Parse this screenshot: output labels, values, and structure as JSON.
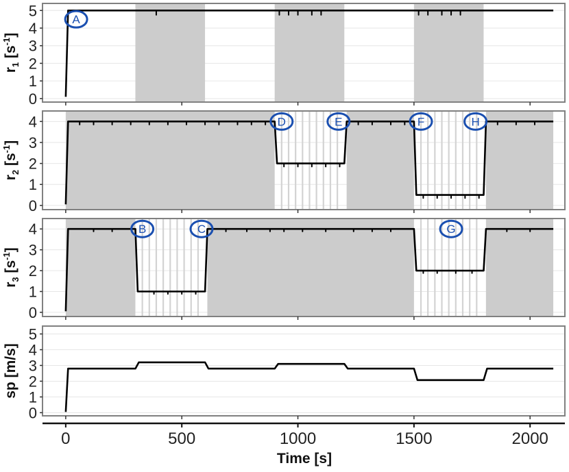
{
  "chart_data": {
    "type": "line",
    "xlabel": "Time [s]",
    "xlim": [
      -100,
      2150
    ],
    "x_ticks": [
      0,
      500,
      1000,
      1500,
      2000
    ],
    "x_tick_labels": [
      "0",
      "500",
      "1000",
      "1500",
      "2000"
    ],
    "colors": {
      "line": "#000000",
      "shade": "#cccccc",
      "vline": "#d3d3d3",
      "annotation": "#1a4fb0",
      "frame": "#808080",
      "grid": "#e6e6e6"
    },
    "panels": [
      {
        "ylabel_main": "r",
        "ylabel_sub": "1",
        "ylabel_unit": " [s",
        "ylabel_sup": "-1",
        "ylabel_close": "]",
        "ylim": [
          -0.2,
          5.4
        ],
        "y_ticks": [
          0,
          1,
          2,
          3,
          4,
          5
        ],
        "y_tick_labels": [
          "0",
          "1",
          "2",
          "3",
          "4",
          "5"
        ],
        "shaded": [
          [
            300,
            600
          ],
          [
            900,
            1200
          ],
          [
            1500,
            1800
          ]
        ],
        "vlines": [],
        "series": [
          {
            "x": [
              0,
              10,
              2100
            ],
            "y": [
              0.1,
              5.0,
              5.0
            ]
          }
        ],
        "dips": [
          390,
          920,
          960,
          1000,
          1060,
          1100,
          1520,
          1560,
          1620,
          1660,
          1700
        ],
        "dip_depth": 0.25,
        "annotations": [
          {
            "label": "A",
            "x": 45,
            "y": 4.5
          }
        ]
      },
      {
        "ylabel_main": "r",
        "ylabel_sub": "2",
        "ylabel_unit": " [s",
        "ylabel_sup": "-1",
        "ylabel_close": "]",
        "ylim": [
          -0.2,
          4.5
        ],
        "y_ticks": [
          0,
          1,
          2,
          3,
          4
        ],
        "y_tick_labels": [
          "0",
          "1",
          "2",
          "3",
          "4"
        ],
        "shaded": [
          [
            0,
            900
          ],
          [
            1210,
            1500
          ],
          [
            1810,
            2100
          ]
        ],
        "vlines": [
          930,
          960,
          990,
          1020,
          1050,
          1080,
          1110,
          1140,
          1170,
          1530,
          1560,
          1590,
          1620,
          1650,
          1680,
          1710,
          1740,
          1770
        ],
        "series": [
          {
            "x": [
              0,
              10,
              900,
              910,
              1200,
              1210,
              1500,
              1510,
              1800,
              1810,
              2100
            ],
            "y": [
              0.05,
              4.0,
              4.0,
              2.0,
              2.0,
              4.0,
              4.0,
              0.5,
              0.5,
              4.0,
              4.0
            ]
          }
        ],
        "dips": [
          60,
          120,
          200,
          280,
          360,
          440,
          520,
          600,
          660,
          740,
          800,
          860,
          940,
          1000,
          1060,
          1120,
          1180,
          1260,
          1320,
          1400,
          1460,
          1540,
          1600,
          1660,
          1720,
          1780,
          1860,
          1940,
          2020
        ],
        "dip_depth": 0.15,
        "annotations": [
          {
            "label": "D",
            "x": 930,
            "y": 4.0
          },
          {
            "label": "E",
            "x": 1175,
            "y": 4.0
          },
          {
            "label": "F",
            "x": 1530,
            "y": 4.0
          },
          {
            "label": "H",
            "x": 1765,
            "y": 4.0
          }
        ]
      },
      {
        "ylabel_main": "r",
        "ylabel_sub": "3",
        "ylabel_unit": " [s",
        "ylabel_sup": "-1",
        "ylabel_close": "]",
        "ylim": [
          -0.2,
          4.5
        ],
        "y_ticks": [
          0,
          1,
          2,
          3,
          4
        ],
        "y_tick_labels": [
          "0",
          "1",
          "2",
          "3",
          "4"
        ],
        "shaded": [
          [
            0,
            300
          ],
          [
            610,
            1500
          ],
          [
            1810,
            2100
          ]
        ],
        "vlines": [
          330,
          360,
          390,
          420,
          450,
          480,
          510,
          540,
          570,
          1530,
          1560,
          1590,
          1620,
          1650,
          1680,
          1710,
          1740,
          1770
        ],
        "series": [
          {
            "x": [
              0,
              10,
              300,
              310,
              600,
              610,
              1500,
              1510,
              1800,
              1810,
              2100
            ],
            "y": [
              0.05,
              4.0,
              4.0,
              1.0,
              1.0,
              4.0,
              4.0,
              2.0,
              2.0,
              4.0,
              4.0
            ]
          }
        ],
        "dips": [
          120,
          200,
          380,
          440,
          500,
          560,
          690,
          780,
          880,
          940,
          1020,
          1120,
          1240,
          1320,
          1400,
          1540,
          1600,
          1680,
          1750,
          1900,
          2000
        ],
        "dip_depth": 0.12,
        "annotations": [
          {
            "label": "B",
            "x": 330,
            "y": 4.0
          },
          {
            "label": "C",
            "x": 585,
            "y": 4.0
          },
          {
            "label": "G",
            "x": 1660,
            "y": 4.0
          }
        ]
      },
      {
        "ylabel_main": "sp [m/s]",
        "ylabel_sub": "",
        "ylabel_unit": "",
        "ylabel_sup": "",
        "ylabel_close": "",
        "ylim": [
          -0.2,
          5.5
        ],
        "y_ticks": [
          0,
          1,
          2,
          3,
          4,
          5
        ],
        "y_tick_labels": [
          "0",
          "1",
          "2",
          "3",
          "4",
          "5"
        ],
        "shaded": [],
        "vlines": [],
        "series": [
          {
            "x": [
              0,
              10,
              300,
              315,
              600,
              615,
              900,
              915,
              1200,
              1215,
              1500,
              1515,
              1800,
              1815,
              2100
            ],
            "y": [
              0.05,
              2.8,
              2.8,
              3.2,
              3.2,
              2.8,
              2.8,
              3.1,
              3.1,
              2.8,
              2.8,
              2.07,
              2.07,
              2.8,
              2.8
            ]
          }
        ],
        "dips": [],
        "dip_depth": 0.0,
        "annotations": []
      }
    ]
  }
}
